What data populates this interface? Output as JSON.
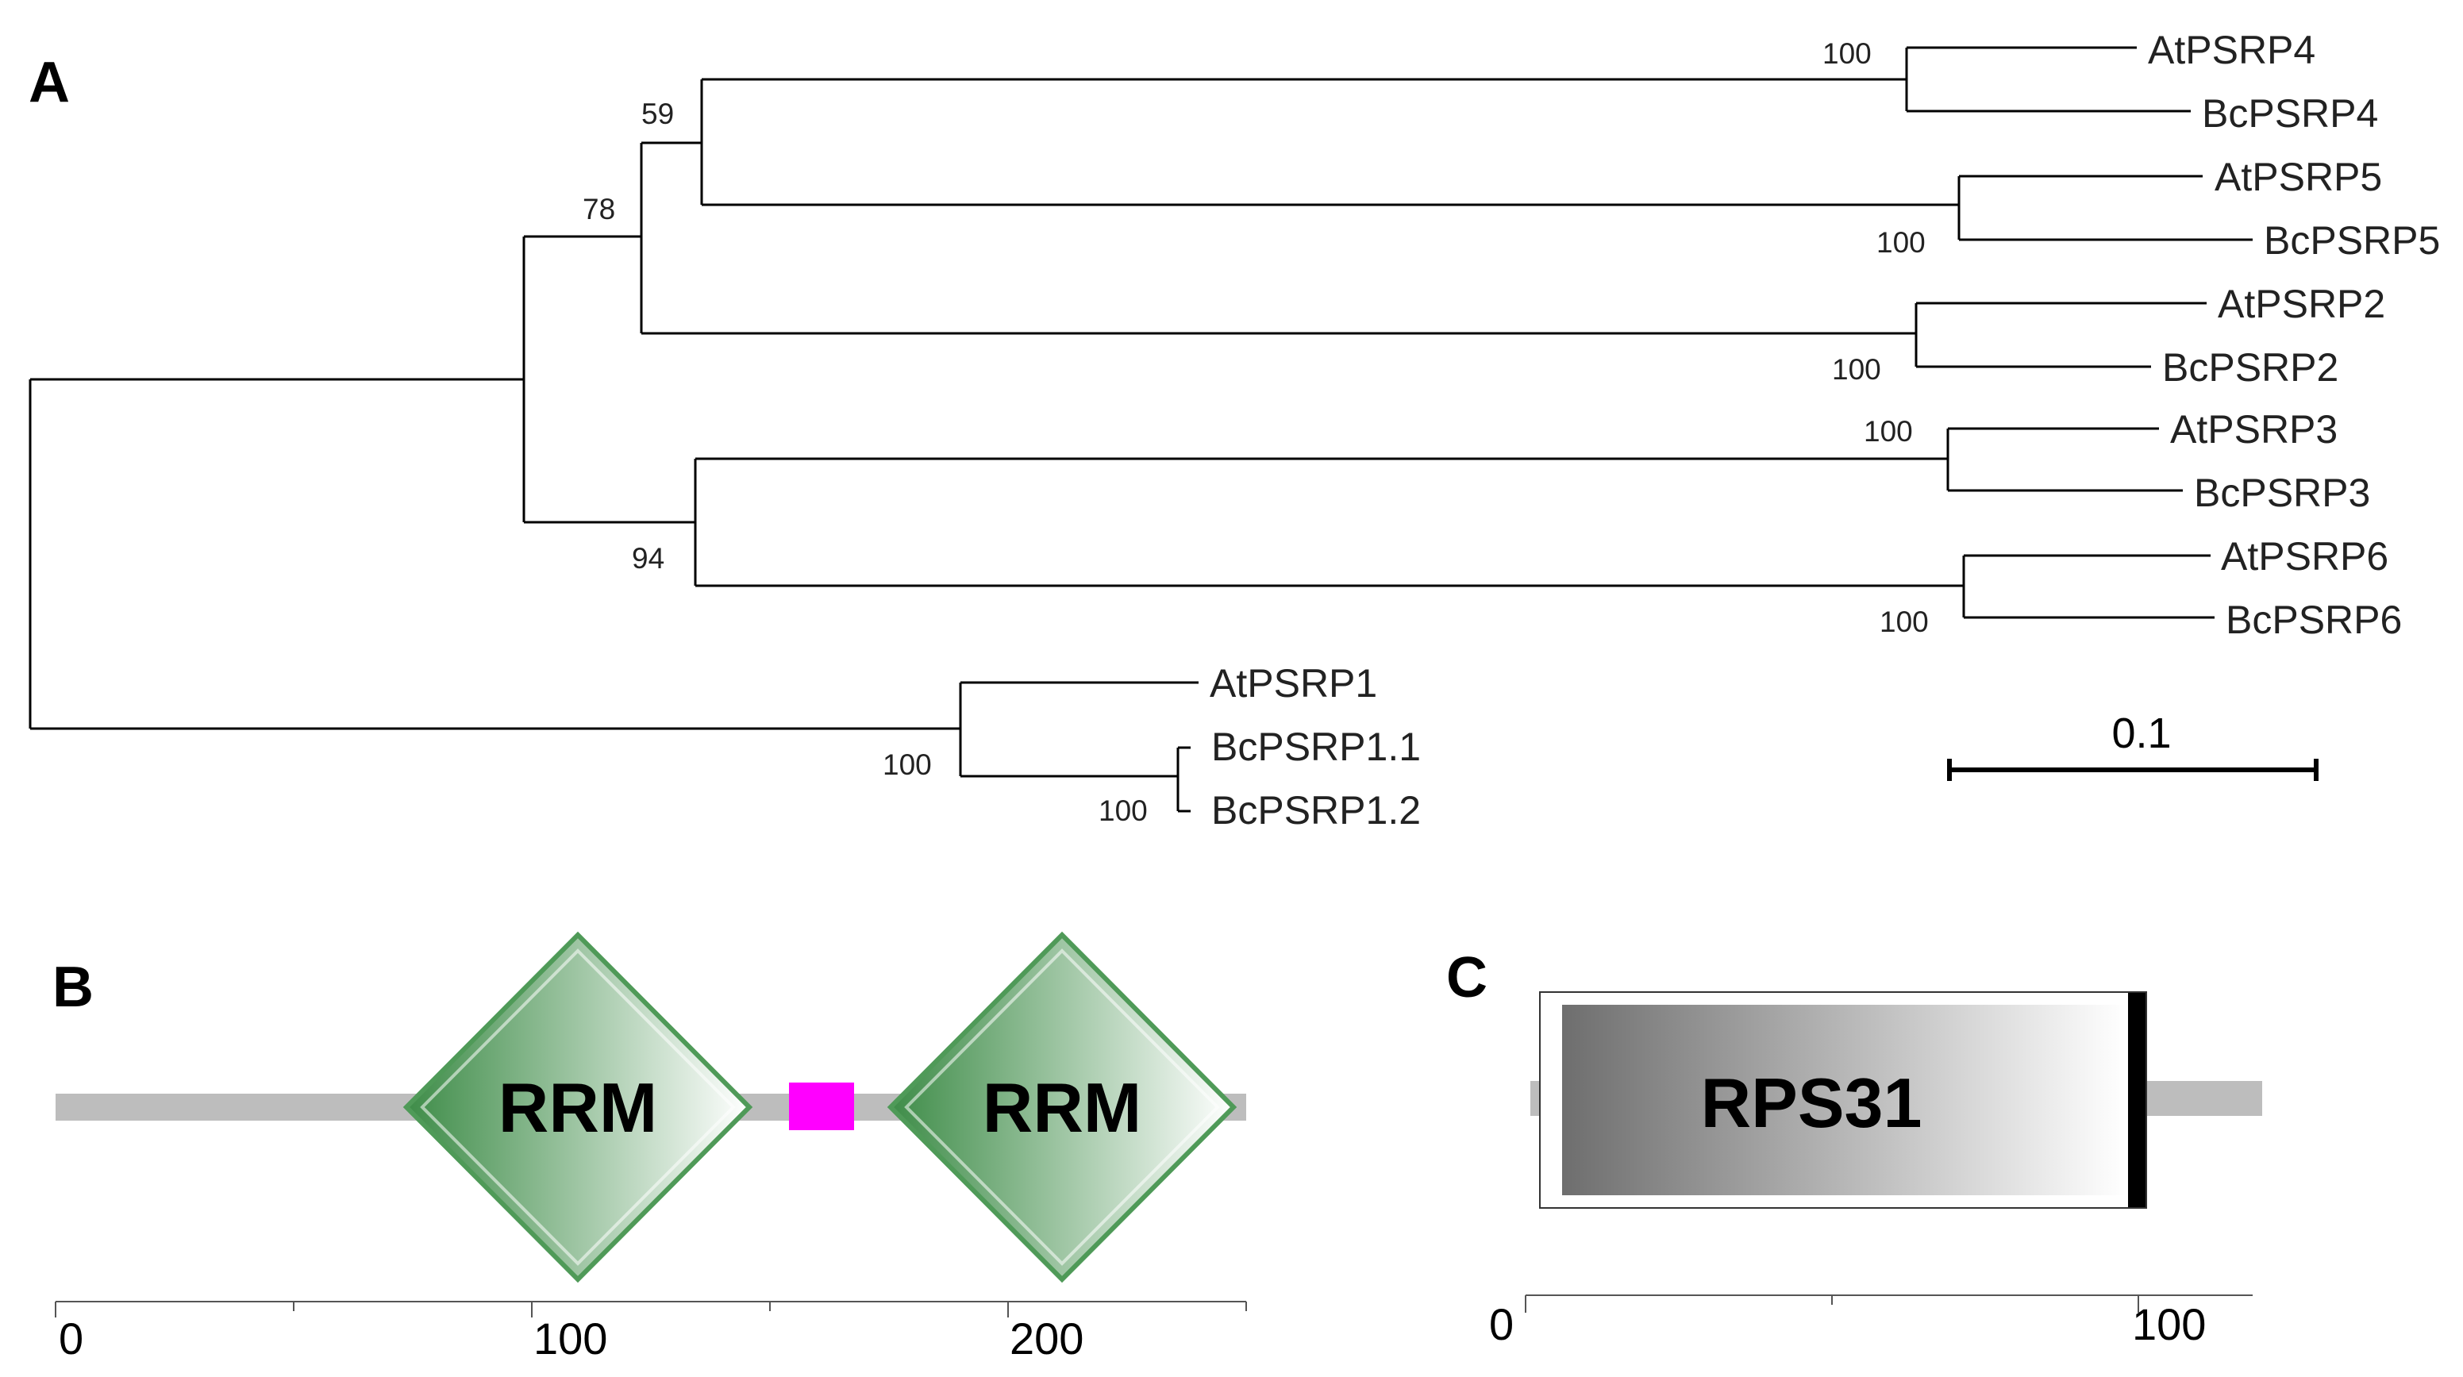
{
  "panels": {
    "a": "A",
    "b": "B",
    "c": "C"
  },
  "tree": {
    "taxa": [
      "AtPSRP4",
      "BcPSRP4",
      "AtPSRP5",
      "BcPSRP5",
      "AtPSRP2",
      "BcPSRP2",
      "AtPSRP3",
      "BcPSRP3",
      "AtPSRP6",
      "BcPSRP6",
      "AtPSRP1",
      "BcPSRP1.1",
      "BcPSRP1.2"
    ],
    "bootstrap": {
      "psrp4": "100",
      "clade_4_5": "59",
      "psrp5": "100",
      "clade_2_4_5": "78",
      "psrp2": "100",
      "psrp3": "100",
      "clade_3_6": "94",
      "psrp6": "100",
      "psrp1": "100",
      "bcpsrp1": "100"
    },
    "scale_label": "0.1"
  },
  "domain_b": {
    "domains": [
      "RRM",
      "RRM"
    ],
    "ticks": [
      "0",
      "100",
      "200"
    ],
    "colors": {
      "backbone": "#bdbdbd",
      "motif": "#ff00ff",
      "rrm_dark": "#3e8c48",
      "rrm_light": "#ffffff"
    }
  },
  "domain_c": {
    "domain": "RPS31",
    "ticks": [
      "0",
      "100"
    ],
    "colors": {
      "backbone": "#bdbdbd",
      "gradient_dark": "#6e6e6e",
      "gradient_light": "#ffffff"
    }
  }
}
